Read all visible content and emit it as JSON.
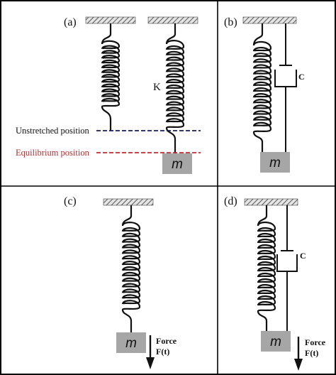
{
  "panels": {
    "a": {
      "label": "(a)"
    },
    "b": {
      "label": "(b)"
    },
    "c": {
      "label": "(c)"
    },
    "d": {
      "label": "(d)"
    }
  },
  "labels": {
    "mass": "m",
    "spring_constant": "K",
    "damping": "C",
    "force_line1": "Force",
    "force_line2": "F(t)",
    "unstretched": "Unstretched position",
    "equilibrium": "Equilibrium position"
  },
  "colors": {
    "border": "#000000",
    "spring": "#111111",
    "mass_fill": "#a6a6a6",
    "support_fill": "#e4e4e4",
    "unstretched_line": "#1a1a5e",
    "equilibrium_line": "#c0282d",
    "equilibrium_text": "#b03030"
  }
}
